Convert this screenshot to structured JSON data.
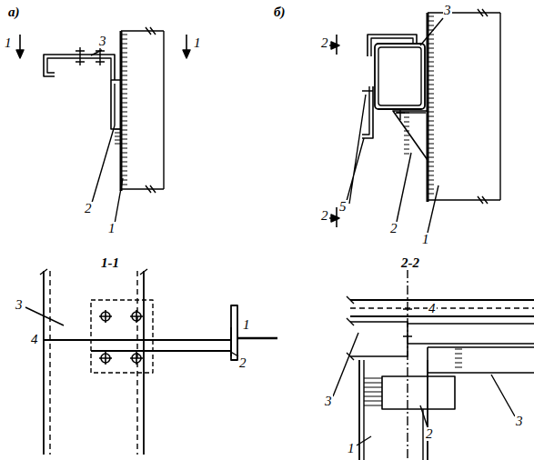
{
  "diagram": {
    "labels": [
      "а)",
      "1",
      "1",
      "3",
      "2",
      "1",
      "б)",
      "2",
      "3",
      "5",
      "2",
      "1",
      "2",
      "1-1",
      "3",
      "1",
      "4",
      "2",
      "2-2",
      "4",
      "3",
      "3",
      "2",
      "1"
    ]
  }
}
